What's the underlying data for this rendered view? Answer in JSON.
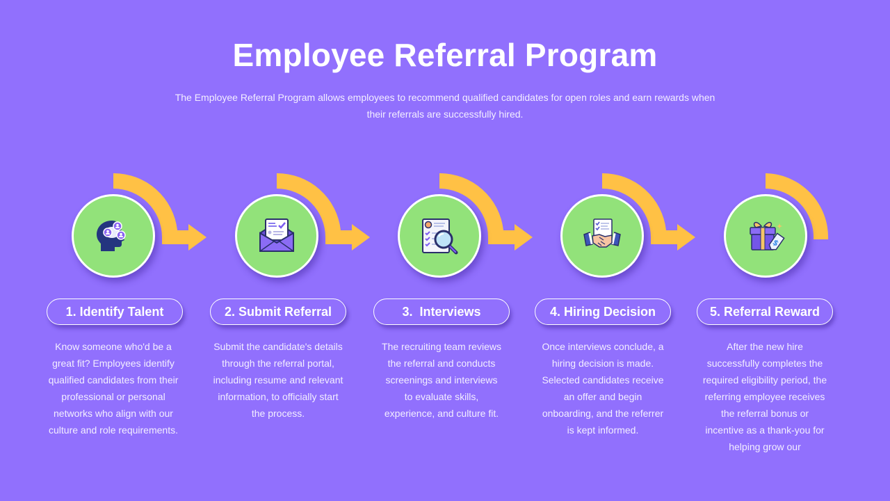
{
  "header": {
    "title": "Employee Referral Program",
    "subtitle": "The Employee Referral Program allows employees to recommend qualified candidates for open roles and earn rewards when their referrals are successfully hired."
  },
  "colors": {
    "background": "#9170fd",
    "circle_fill": "#92e27a",
    "arc": "#ffc145",
    "icon_dark": "#2b3a8a",
    "icon_purple": "#7c5cf0"
  },
  "steps": [
    {
      "label": "1. Identify Talent",
      "icon": "head-network-icon",
      "description": "Know someone who'd be a great fit? Employees identify qualified candidates from their professional or personal networks who align with our culture and role requirements."
    },
    {
      "label": "2. Submit Referral",
      "icon": "envelope-document-icon",
      "description": "Submit the candidate's details through the referral portal, including resume and relevant information, to officially start the process."
    },
    {
      "label": "3.  Interviews",
      "icon": "resume-magnifier-icon",
      "description": "The recruiting team reviews the referral and conducts screenings and interviews to evaluate skills, experience, and culture fit."
    },
    {
      "label": "4. Hiring Decision",
      "icon": "handshake-contract-icon",
      "description": "Once interviews conclude, a hiring decision is made. Selected candidates receive an offer and begin onboarding, and the referrer is kept informed."
    },
    {
      "label": "5. Referral Reward",
      "icon": "gift-price-tag-icon",
      "description": "After the new hire successfully completes the required eligibility period, the referring employee receives the referral bonus or incentive as a thank-you for helping grow our"
    }
  ]
}
